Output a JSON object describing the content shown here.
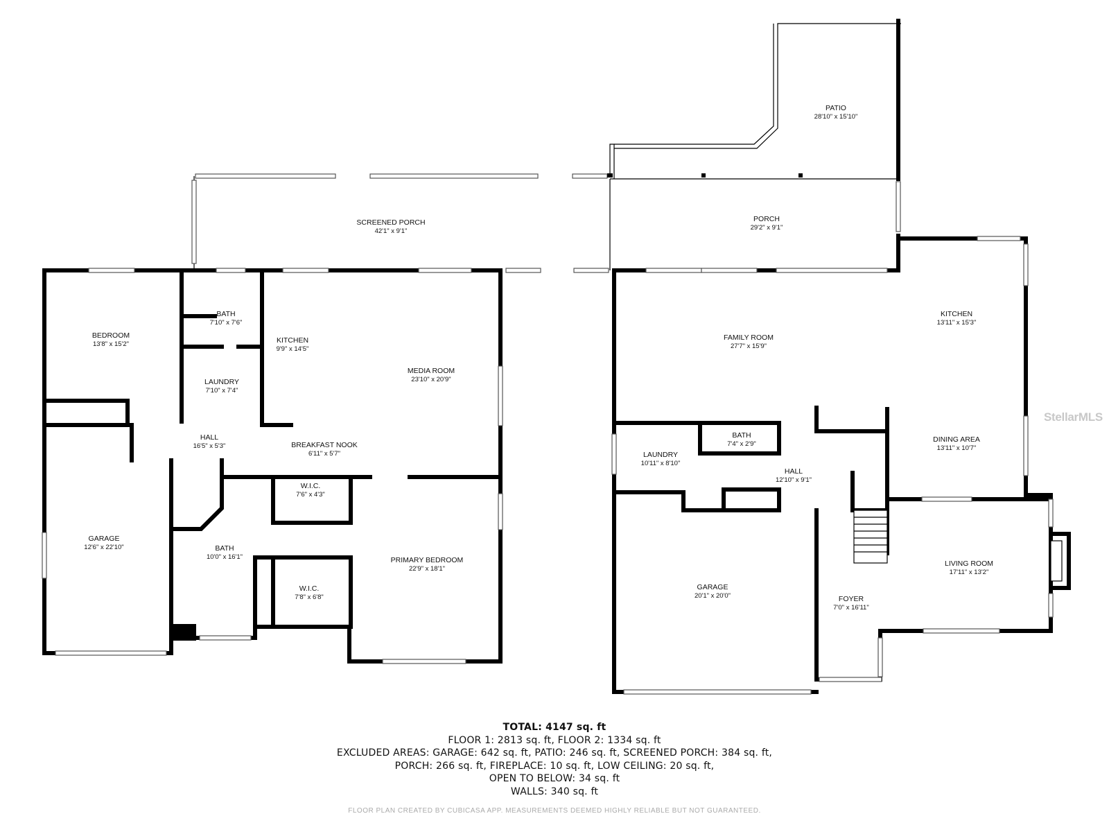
{
  "rooms": {
    "bedroom": {
      "name": "BEDROOM",
      "dim": "13'8\" x 15'2\""
    },
    "bath_upper": {
      "name": "BATH",
      "dim": "7'10\" x 7'6\""
    },
    "kitchen_left": {
      "name": "KITCHEN",
      "dim": "9'9\" x 14'5\""
    },
    "laundry_left": {
      "name": "LAUNDRY",
      "dim": "7'10\" x 7'4\""
    },
    "media_room": {
      "name": "MEDIA ROOM",
      "dim": "23'10\" x 20'9\""
    },
    "hall_left": {
      "name": "HALL",
      "dim": "16'5\" x 5'3\""
    },
    "breakfast_nook": {
      "name": "BREAKFAST NOOK",
      "dim": "6'11\" x 5'7\""
    },
    "garage_left": {
      "name": "GARAGE",
      "dim": "12'6\" x 22'10\""
    },
    "wic_1": {
      "name": "W.I.C.",
      "dim": "7'6\" x 4'3\""
    },
    "bath_primary": {
      "name": "BATH",
      "dim": "10'0\" x 16'1\""
    },
    "wic_2": {
      "name": "W.I.C.",
      "dim": "7'8\" x 6'8\""
    },
    "primary_bedroom": {
      "name": "PRIMARY BEDROOM",
      "dim": "22'9\" x 18'1\""
    },
    "screened_porch": {
      "name": "SCREENED PORCH",
      "dim": "42'1\" x 9'1\""
    },
    "patio": {
      "name": "PATIO",
      "dim": "28'10\" x 15'10\""
    },
    "porch": {
      "name": "PORCH",
      "dim": "29'2\" x 9'1\""
    },
    "family_room": {
      "name": "FAMILY ROOM",
      "dim": "27'7\" x 15'9\""
    },
    "kitchen_right": {
      "name": "KITCHEN",
      "dim": "13'11\" x 15'3\""
    },
    "dining_area": {
      "name": "DINING AREA",
      "dim": "13'11\" x 10'7\""
    },
    "laundry_right": {
      "name": "LAUNDRY",
      "dim": "10'11\" x 8'10\""
    },
    "bath_right": {
      "name": "BATH",
      "dim": "7'4\" x 2'9\""
    },
    "hall_right": {
      "name": "HALL",
      "dim": "12'10\" x 9'1\""
    },
    "living_room": {
      "name": "LIVING ROOM",
      "dim": "17'11\" x 13'2\""
    },
    "garage_right": {
      "name": "GARAGE",
      "dim": "20'1\" x 20'0\""
    },
    "foyer": {
      "name": "FOYER",
      "dim": "7'0\" x 16'11\""
    }
  },
  "summary": {
    "total": "TOTAL: 4147 sq. ft",
    "floors": "FLOOR 1: 2813 sq. ft, FLOOR 2: 1334 sq. ft",
    "excluded_1": "EXCLUDED AREAS: GARAGE: 642 sq. ft, PATIO: 246 sq. ft, SCREENED PORCH: 384 sq. ft,",
    "excluded_2": "PORCH: 266 sq. ft, FIREPLACE: 10 sq. ft, LOW CEILING: 20 sq. ft,",
    "excluded_3": "OPEN TO BELOW: 34 sq. ft",
    "walls": "WALLS: 340 sq. ft"
  },
  "disclaimer": "FLOOR PLAN CREATED BY CUBICASA APP. MEASUREMENTS DEEMED HIGHLY RELIABLE BUT NOT GUARANTEED.",
  "watermark": "StellarMLS"
}
